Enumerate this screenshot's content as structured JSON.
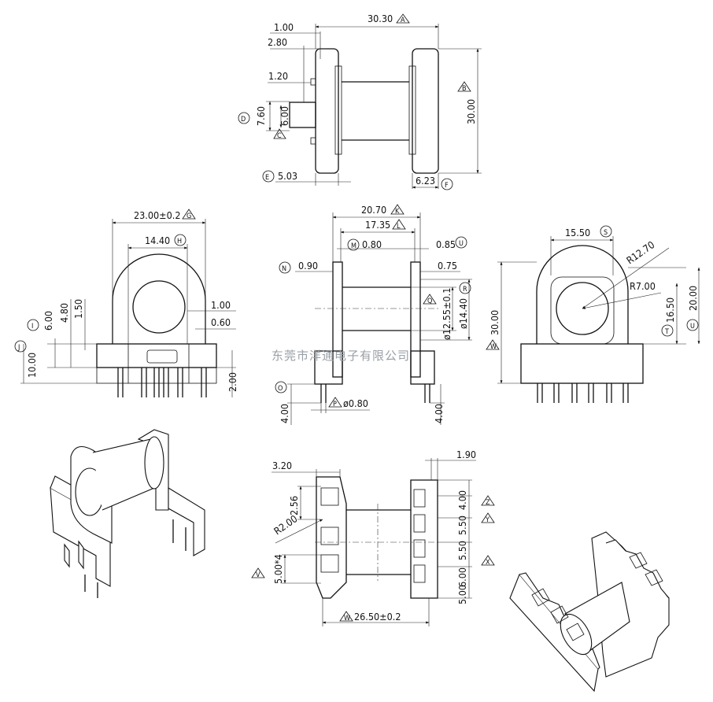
{
  "watermark": "东莞市洋通电子有限公司",
  "top_view": {
    "d1": "1.00",
    "d2": "2.80",
    "d3": "30.30",
    "d3_mark": "A",
    "d4": "1.20",
    "d5": "7.60",
    "d5_mark": "D",
    "d6": "6.00",
    "d6_mark": "C",
    "d7": "30.00",
    "d7_mark": "B",
    "d8": "5.03",
    "d8_mark": "E",
    "d9": "6.23",
    "d9_mark": "F"
  },
  "front_view": {
    "d1": "23.00±0.2",
    "d1_mark": "G",
    "d2": "14.40",
    "d2_mark": "H",
    "d3": "6.00",
    "d3_mark": "I",
    "d4": "4.80",
    "d5": "1.50",
    "d6": "1.00",
    "d7": "0.60",
    "d8": "10.00",
    "d8_mark": "J",
    "d9": "2.00"
  },
  "side_view": {
    "d1": "20.70",
    "d1_mark": "K",
    "d2": "17.35",
    "d2_mark": "L",
    "d3": "0.80",
    "d3_mark": "M",
    "d4": "0.85",
    "d4_mark": "U",
    "d5": "0.90",
    "d5_mark": "N",
    "d6": "0.75",
    "d7": "ø12.55±0.1",
    "d7_mark": "Q",
    "d8": "ø14.40",
    "d8_mark": "R",
    "d9": "4.00",
    "d9_mark": "O",
    "d10": "ø0.80",
    "d10_mark": "P",
    "d11": "4.00"
  },
  "right_view": {
    "d1": "15.50",
    "d1_mark": "S",
    "d2": "R12.70",
    "d3": "R7.00",
    "d4": "30.00",
    "d4_mark": "W",
    "d5": "16.50",
    "d5_mark": "T",
    "d6": "20.00",
    "d6_mark": "U"
  },
  "bottom_view": {
    "d1": "3.20",
    "d2": "1.90",
    "d3": "2.56",
    "d4": "R2.00",
    "d5": "4.00",
    "d5_mark": "Z",
    "d6": "5.50",
    "d6_mark": "Y",
    "d7": "5.50",
    "d8": "6.00",
    "d8_mark": "X",
    "d9": "5.00",
    "d10": "5.00*4",
    "d10_mark": "V",
    "d11": "26.50±0.2",
    "d11_mark": "W"
  }
}
